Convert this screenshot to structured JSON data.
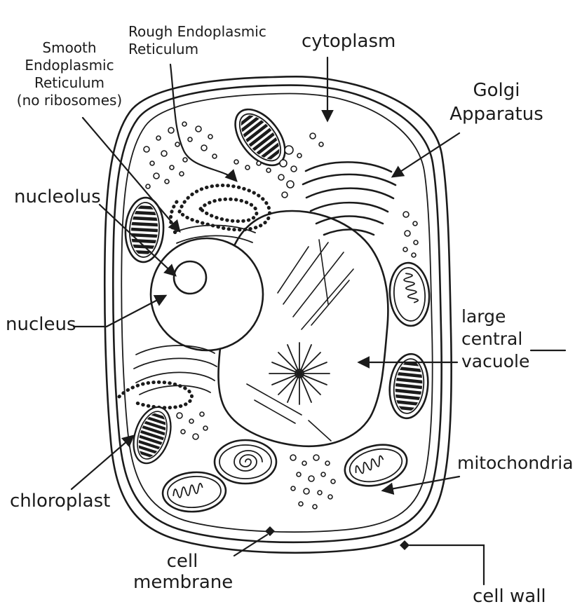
{
  "colors": {
    "ink": "#1b1b1b",
    "background": "#ffffff"
  },
  "labels": {
    "smooth_er": {
      "lines": [
        "Smooth",
        "Endoplasmic",
        "Reticulum",
        "(no ribosomes)"
      ]
    },
    "rough_er": {
      "lines": [
        "Rough Endoplasmic",
        "Reticulum"
      ]
    },
    "cytoplasm": {
      "text": "cytoplasm"
    },
    "golgi": {
      "lines": [
        "Golgi",
        "Apparatus"
      ]
    },
    "nucleolus": {
      "text": "nucleolus"
    },
    "nucleus": {
      "text": "nucleus"
    },
    "vacuole": {
      "lines": [
        "large",
        "central",
        "vacuole"
      ]
    },
    "chloroplast": {
      "text": "chloroplast"
    },
    "mitochondria": {
      "text": "mitochondria"
    },
    "cell_membrane": {
      "lines": [
        "cell",
        "membrane"
      ]
    },
    "cell_wall": {
      "text": "cell wall"
    }
  }
}
